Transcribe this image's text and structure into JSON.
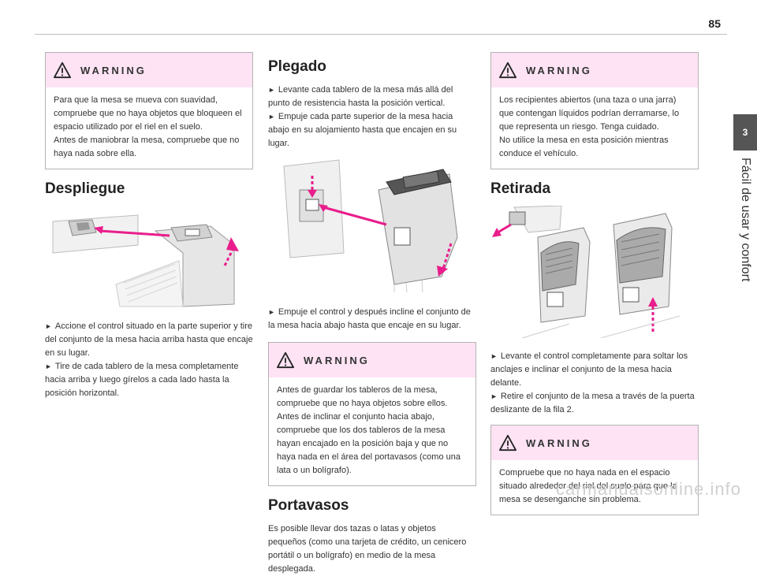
{
  "page": {
    "number": "85"
  },
  "side": {
    "chapter": "3",
    "title": "Fácil de usar y confort"
  },
  "icons": {
    "warning": "warning-triangle-icon"
  },
  "colors": {
    "warning_header": "#fde3f4",
    "accent_magenta": "#e91e8c"
  },
  "col1": {
    "warning": {
      "title": "WARNING",
      "lines": [
        "Para que la mesa se mueva con suavidad, compruebe que no haya objetos que bloqueen el espacio utilizado por el riel en el suelo.",
        "Antes de maniobrar la mesa, compruebe que no haya nada sobre ella."
      ]
    },
    "heading": "Despliegue",
    "steps": [
      "Accione el control situado en la parte superior y tire del conjunto de la mesa hacia arriba hasta que encaje en su lugar.",
      "Tire de cada tablero de la mesa completamente hacia arriba y luego gírelos a cada lado hasta la posición horizontal."
    ]
  },
  "col2": {
    "heading": "Plegado",
    "steps": [
      "Levante cada tablero de la mesa más allá del punto de resistencia hasta la posición vertical.",
      "Empuje cada parte superior de la mesa hacia abajo en su alojamiento hasta que encajen en su lugar."
    ],
    "step_after": "Empuje el control y después incline el conjunto de la mesa hacia abajo hasta que encaje en su lugar.",
    "warning": {
      "title": "WARNING",
      "lines": [
        "Antes de guardar los tableros de la mesa, compruebe que no haya objetos sobre ellos. Antes de inclinar el conjunto hacia abajo, compruebe que los dos tableros de la mesa hayan encajado en la posición baja y que no haya nada en el área del portavasos (como una lata o un bolígrafo)."
      ]
    },
    "heading2": "Portavasos",
    "para2": "Es posible llevar dos tazas o latas y objetos pequeños (como una tarjeta de crédito, un cenicero portátil o un bolígrafo) en medio de la mesa desplegada."
  },
  "col3": {
    "warning": {
      "title": "WARNING",
      "lines": [
        "Los recipientes abiertos (una taza o una jarra) que contengan líquidos podrían derramarse, lo que representa un riesgo. Tenga cuidado.",
        "No utilice la mesa en esta posición mientras conduce el vehículo."
      ]
    },
    "heading": "Retirada",
    "steps": [
      "Levante el control completamente para soltar los anclajes e inclinar el conjunto de la mesa hacia delante.",
      "Retire el conjunto de la mesa a través de la puerta deslizante de la fila 2."
    ],
    "warning2": {
      "title": "WARNING",
      "lines": [
        "Compruebe que no haya nada en el espacio situado alrededor del riel del suelo para que la mesa se desenganche sin problema."
      ]
    }
  },
  "footer": {
    "watermark": "carmanualsonline.info"
  }
}
